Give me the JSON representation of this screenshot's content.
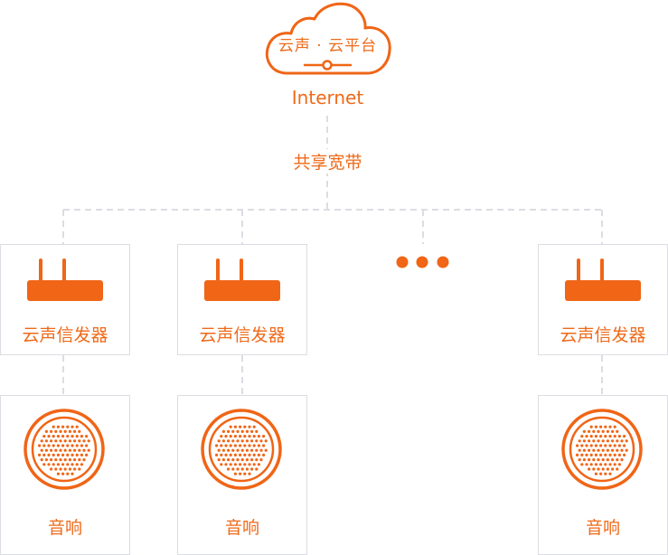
{
  "cloud": {
    "label": "云声 · 云平台",
    "icon": "cloud-icon"
  },
  "internet_label": "Internet",
  "shared_band_label": "共享宽带",
  "transmitters": [
    {
      "label": "云声信发器",
      "icon": "router-icon"
    },
    {
      "label": "云声信发器",
      "icon": "router-icon"
    },
    {
      "label": "云声信发器",
      "icon": "router-icon"
    }
  ],
  "speakers": [
    {
      "label": "音响",
      "icon": "speaker-icon"
    },
    {
      "label": "音响",
      "icon": "speaker-icon"
    },
    {
      "label": "音响",
      "icon": "speaker-icon"
    }
  ],
  "ellipsis_icon": "ellipsis-icon",
  "colors": {
    "accent": "#f06516",
    "connector": "#dcdde3",
    "box_border": "#dcdde3"
  }
}
